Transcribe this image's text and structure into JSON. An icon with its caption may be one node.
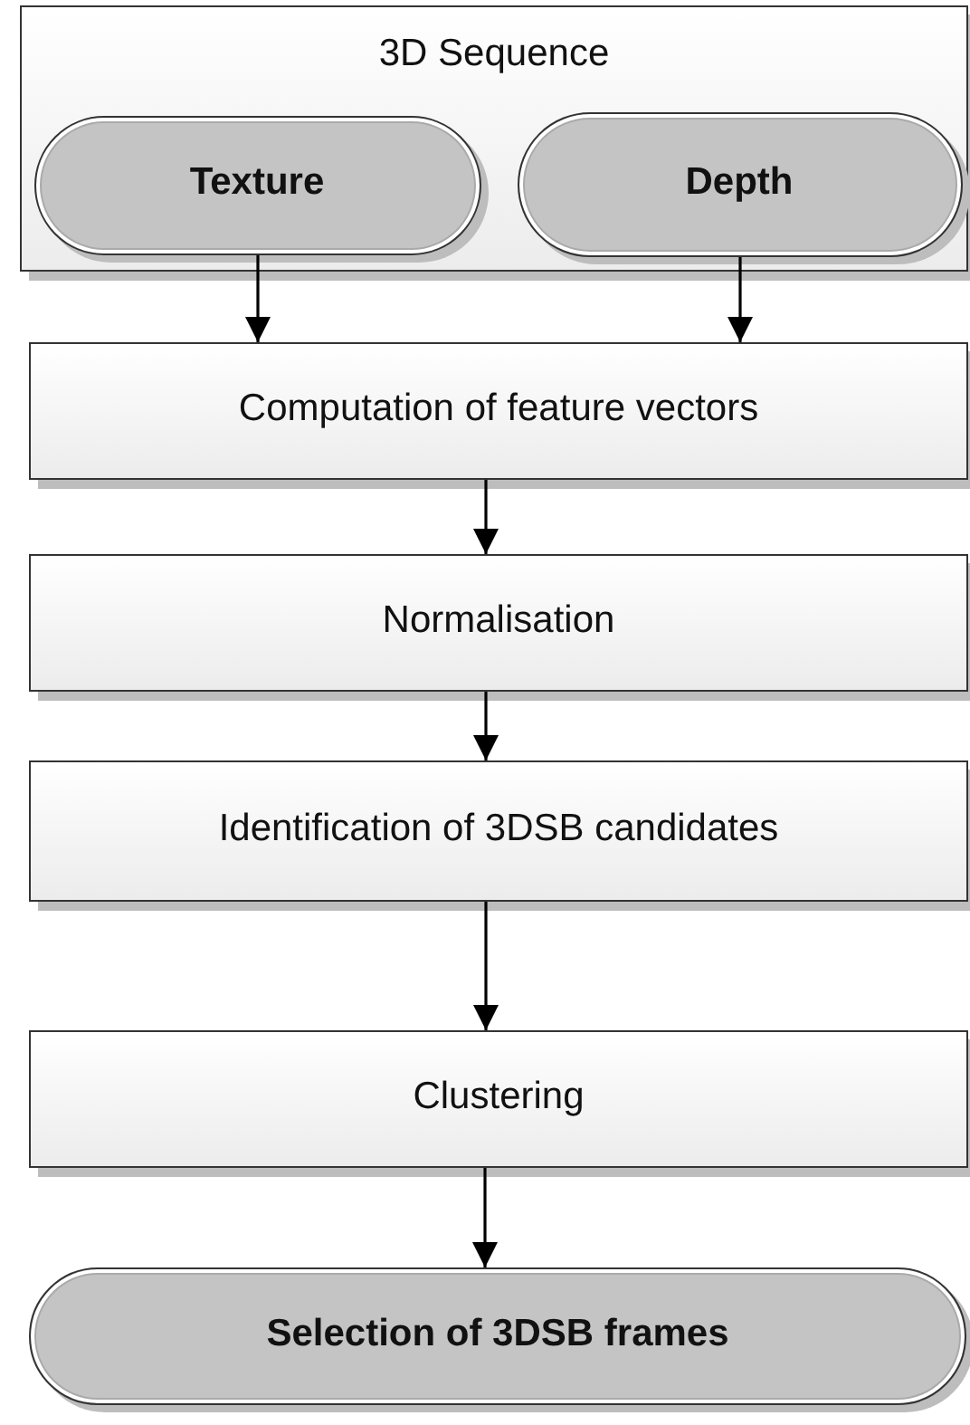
{
  "diagram": {
    "nodes": [
      {
        "text": [
          "3D Sequence"
        ]
      },
      {
        "text": [
          "Texture"
        ],
        "in": 0
      },
      {
        "text": [
          "Depth"
        ],
        "in": 0
      },
      {
        "text": [
          "Computation of feature vectors"
        ]
      },
      {
        "text": [
          "Normalisation"
        ]
      },
      {
        "text": [
          "Identification of 3DSB candidates"
        ]
      },
      {
        "text": [
          "Clustering"
        ]
      },
      {
        "text": [
          "Selection of 3DSB frames"
        ]
      }
    ],
    "edges": [
      {
        "from": 1,
        "to": 3,
        "arrow": "to"
      },
      {
        "from": 2,
        "to": 3,
        "arrow": "to"
      },
      {
        "from": 3,
        "to": 4,
        "arrow": "to"
      },
      {
        "from": 4,
        "to": 5,
        "arrow": "to"
      },
      {
        "from": 5,
        "to": 6,
        "arrow": "to"
      },
      {
        "from": 6,
        "to": 7,
        "arrow": "to"
      }
    ]
  }
}
